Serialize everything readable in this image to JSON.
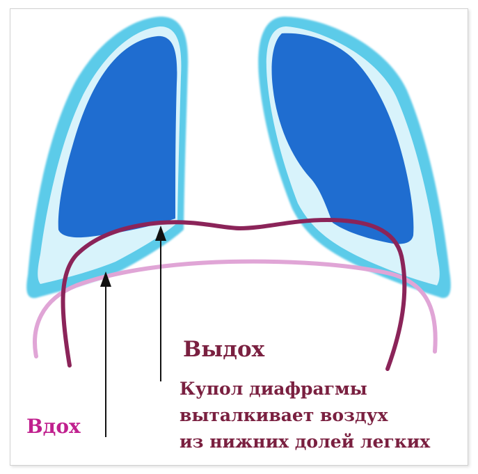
{
  "labels": {
    "exhale": "Выдох",
    "exhale_description": [
      "Купол диафрагмы",
      "выталкивает воздух",
      "из нижних долей легких"
    ],
    "inhale": "Вдох"
  },
  "colors": {
    "lung_outer": "#5ccbe9",
    "lung_inner": "#1f6dd0",
    "lung_rim": "#d8f3fb",
    "diaphragm_exhale": "#8b2459",
    "diaphragm_inhale": "#e0a5d6",
    "exhale_text": "#7a2040",
    "inhale_text": "#c0208e",
    "arrow": "#111111"
  }
}
